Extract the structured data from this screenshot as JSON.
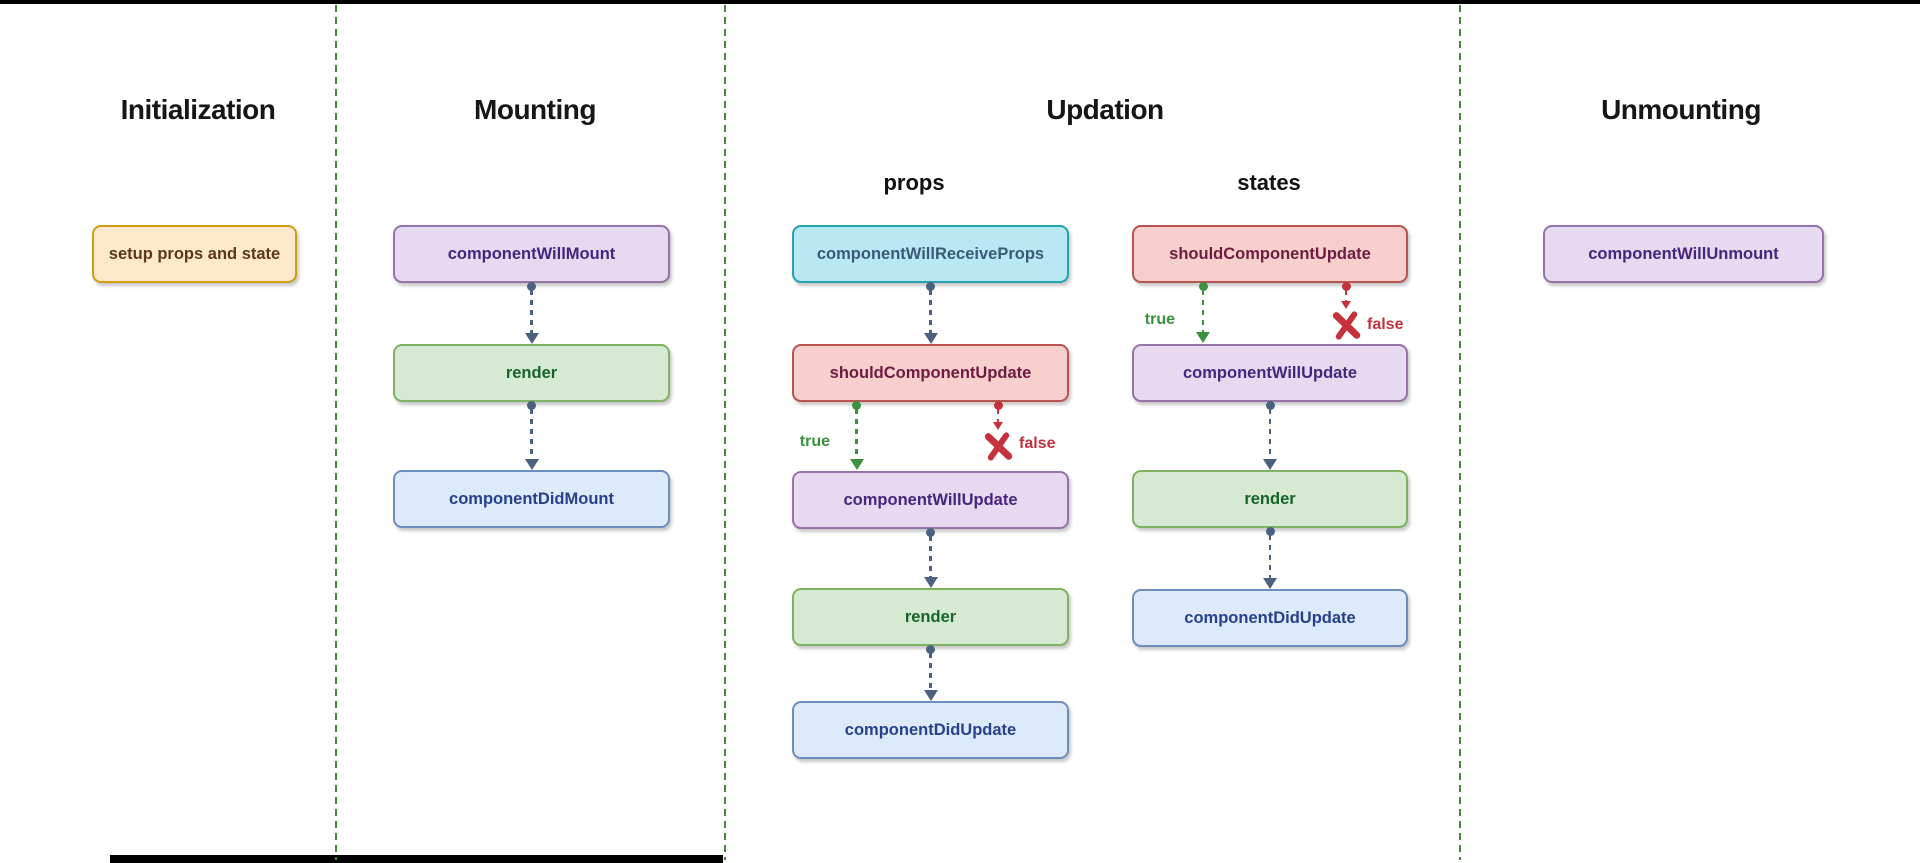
{
  "palette": {
    "orange": {
      "fill": "#ffe9cc",
      "border": "#d19d15",
      "text": "#5b371c"
    },
    "purple": {
      "fill": "#e7d9f0",
      "border": "#9673a6",
      "text": "#44267d"
    },
    "green": {
      "fill": "#d6e9d3",
      "border": "#7fb362",
      "text": "#17642a"
    },
    "blue": {
      "fill": "#dceafb",
      "border": "#6c8ebf",
      "text": "#27418c"
    },
    "red": {
      "fill": "#f7d0ce",
      "border": "#b85450",
      "text": "#6e1b40"
    },
    "cyan": {
      "fill": "#b7e8f4",
      "border": "#27a0b0",
      "text": "#3a5a78"
    },
    "lines": {
      "connector": "#4a627f",
      "branch-true": "#3c9140",
      "branch-false": "#c5313c",
      "divider": "#4b8442",
      "bar": "#000000"
    }
  },
  "sections": [
    {
      "title": "Initialization",
      "boxes": [
        {
          "label": "setup props and state",
          "style": "orange"
        }
      ]
    },
    {
      "title": "Mounting",
      "boxes": [
        {
          "label": "componentWillMount",
          "style": "purple"
        },
        {
          "label": "render",
          "style": "green"
        },
        {
          "label": "componentDidMount",
          "style": "blue"
        }
      ]
    },
    {
      "title": "Updation",
      "columns": [
        {
          "header": "props",
          "boxes": [
            {
              "label": "componentWillReceiveProps",
              "style": "cyan"
            },
            {
              "label": "shouldComponentUpdate",
              "style": "red"
            },
            {
              "label": "componentWillUpdate",
              "style": "purple"
            },
            {
              "label": "render",
              "style": "green"
            },
            {
              "label": "componentDidUpdate",
              "style": "blue"
            }
          ],
          "branch": {
            "true_label": "true",
            "false_label": "false"
          }
        },
        {
          "header": "states",
          "boxes": [
            {
              "label": "shouldComponentUpdate",
              "style": "red"
            },
            {
              "label": "componentWillUpdate",
              "style": "purple"
            },
            {
              "label": "render",
              "style": "green"
            },
            {
              "label": "componentDidUpdate",
              "style": "blue"
            }
          ],
          "branch": {
            "true_label": "true",
            "false_label": "false"
          }
        }
      ]
    },
    {
      "title": "Unmounting",
      "boxes": [
        {
          "label": "componentWillUnmount",
          "style": "purple"
        }
      ]
    }
  ]
}
